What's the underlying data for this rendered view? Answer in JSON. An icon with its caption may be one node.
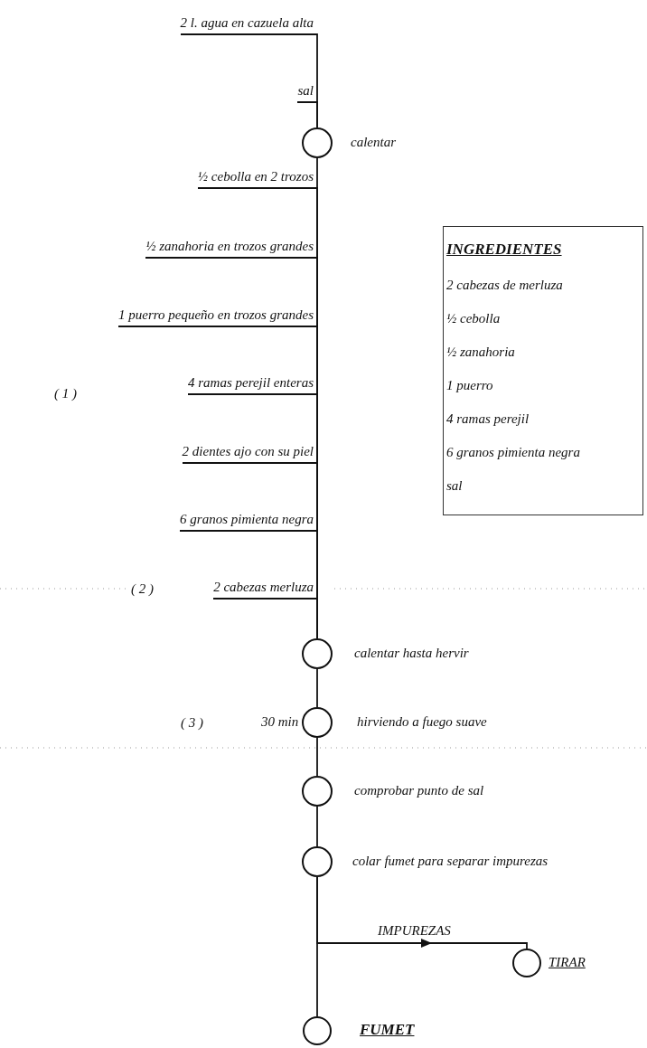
{
  "diagram": {
    "nodes": [
      {
        "text": [
          "2 l. agua en cazuela alta"
        ]
      },
      {
        "text": [
          "sal"
        ]
      },
      {
        "text": [
          "calentar"
        ]
      },
      {
        "text": [
          "½ cebolla en 2 trozos"
        ]
      },
      {
        "text": [
          "½ zanahoria en trozos grandes"
        ]
      },
      {
        "text": [
          "1 puerro pequeño en trozos grandes"
        ]
      },
      {
        "text": [
          "4 ramas perejil enteras"
        ]
      },
      {
        "text": [
          "2 dientes ajo con su piel"
        ]
      },
      {
        "text": [
          "6 granos pimienta negra"
        ]
      },
      {
        "text": [
          "2 cabezas merluza"
        ]
      },
      {
        "text": [
          "calentar hasta hervir"
        ]
      },
      {
        "text": [
          "hirviendo a fuego suave"
        ],
        "beside": [
          "30 min"
        ]
      },
      {
        "text": [
          "comprobar punto de sal"
        ]
      },
      {
        "text": [
          "colar fumet para separar impurezas"
        ]
      },
      {
        "text": [
          "TIRAR"
        ]
      },
      {
        "text": [
          "FUMET"
        ]
      },
      {
        "text": [
          "INGREDIENTES",
          "2 cabezas de merluza",
          "½ cebolla",
          "½ zanahoria",
          "1 puerro",
          "4 ramas perejil",
          "6 granos pimienta negra",
          "sal"
        ]
      }
    ],
    "edges": [
      {
        "from": 0,
        "to": 2,
        "arrow": "none"
      },
      {
        "from": 1,
        "to": 2,
        "arrow": "none"
      },
      {
        "from": 2,
        "to": 10,
        "arrow": "none"
      },
      {
        "from": 3,
        "to": 10,
        "arrow": "none"
      },
      {
        "from": 4,
        "to": 10,
        "arrow": "none"
      },
      {
        "from": 5,
        "to": 10,
        "arrow": "none"
      },
      {
        "from": 6,
        "to": 10,
        "arrow": "none"
      },
      {
        "from": 7,
        "to": 10,
        "arrow": "none"
      },
      {
        "from": 8,
        "to": 10,
        "arrow": "none"
      },
      {
        "from": 9,
        "to": 10,
        "arrow": "none"
      },
      {
        "from": 10,
        "to": 11,
        "arrow": "none"
      },
      {
        "from": 11,
        "to": 12,
        "arrow": "none"
      },
      {
        "from": 12,
        "to": 13,
        "arrow": "none"
      },
      {
        "from": 13,
        "to": 15,
        "arrow": "none"
      },
      {
        "from": 13,
        "to": 14,
        "arrow": "to",
        "label": "IMPUREZAS"
      }
    ],
    "labels": [
      "( 1 )",
      "( 2 )",
      "( 3 )"
    ]
  }
}
